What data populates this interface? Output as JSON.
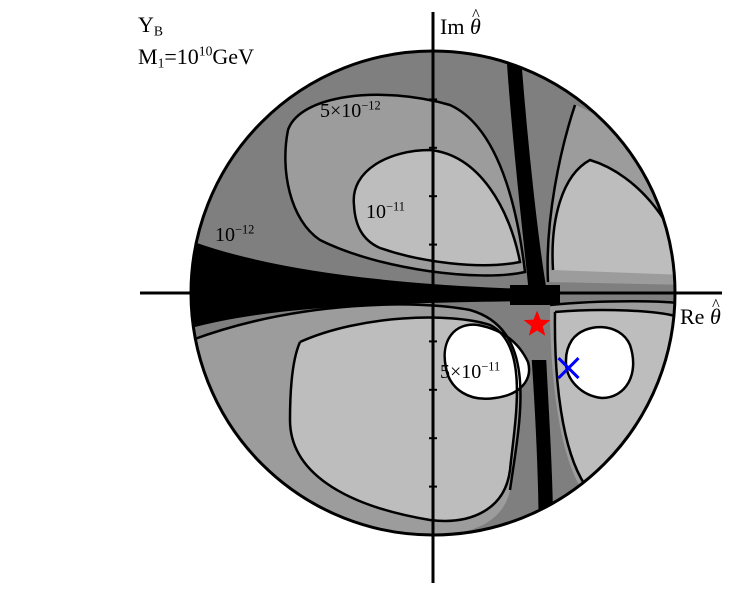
{
  "chart_data": {
    "type": "contour",
    "panel_label": {
      "quantity_main": "Y",
      "quantity_sub": "B",
      "mass_main": "M",
      "mass_sub": "1",
      "mass_eq": "=10",
      "mass_exp": "10",
      "mass_unit": "GeV"
    },
    "axes": {
      "x_label_main": "Re",
      "x_label_symbol": "θ",
      "y_label_main": "Im",
      "y_label_symbol": "θ",
      "domain": "unit disk |θ| ≤ 1",
      "y_ticks": [
        -0.8,
        -0.6,
        -0.4,
        -0.2,
        0.2,
        0.4,
        0.6,
        0.8
      ]
    },
    "contour_levels": [
      {
        "value": 1e-12,
        "label_main": "10",
        "label_exp": "−12",
        "fill": "#7f7f7f"
      },
      {
        "value": 5e-12,
        "label_main": "5×10",
        "label_exp": "−12",
        "fill": "#9c9c9c"
      },
      {
        "value": 1e-11,
        "label_main": "10",
        "label_exp": "−11",
        "fill": "#bdbdbd"
      },
      {
        "value": 5e-11,
        "label_main": "5×10",
        "label_exp": "−11",
        "fill": "#ffffff"
      }
    ],
    "below_lowest_fill": "#000000",
    "markers": [
      {
        "name": "star",
        "color": "#ff0000",
        "x": 0.43,
        "y": -0.13
      },
      {
        "name": "cross",
        "color": "#0000ff",
        "x": 0.56,
        "y": -0.31
      }
    ],
    "grid": false,
    "legend": "none"
  }
}
